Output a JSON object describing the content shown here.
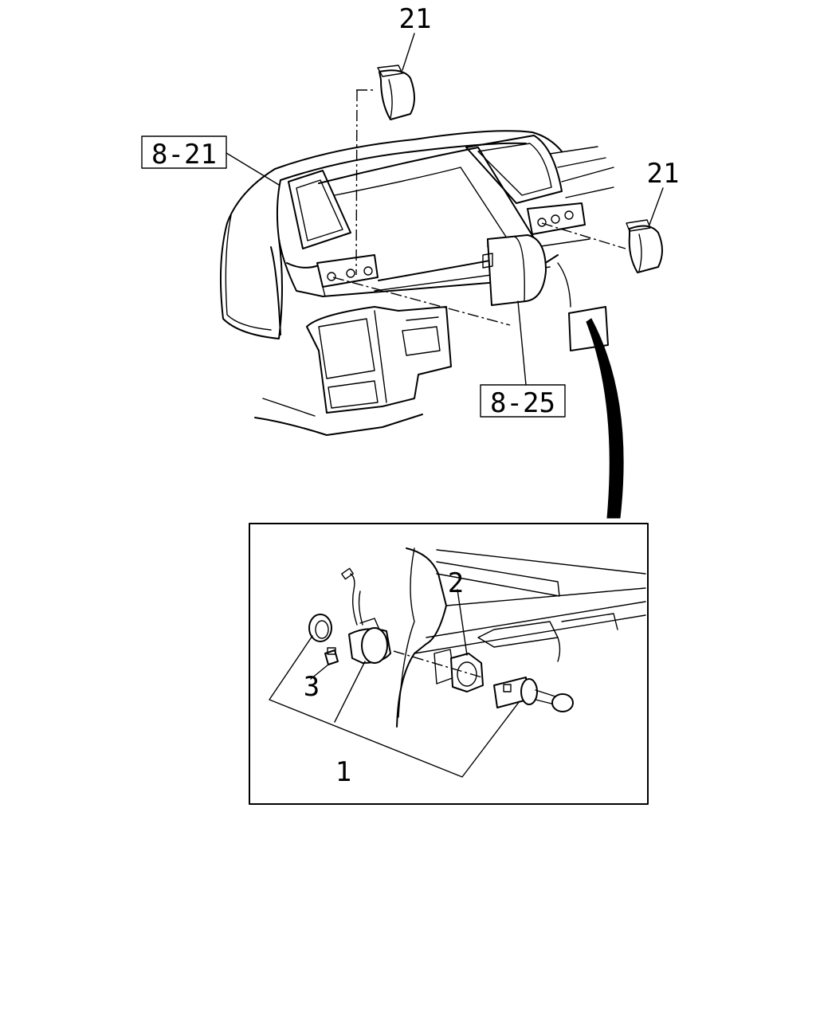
{
  "callouts": {
    "ref_8_21": "8-21",
    "ref_8_25": "8-25",
    "part_21_left": "21",
    "part_21_right": "21",
    "part_1": "1",
    "part_2": "2",
    "part_3": "3"
  }
}
